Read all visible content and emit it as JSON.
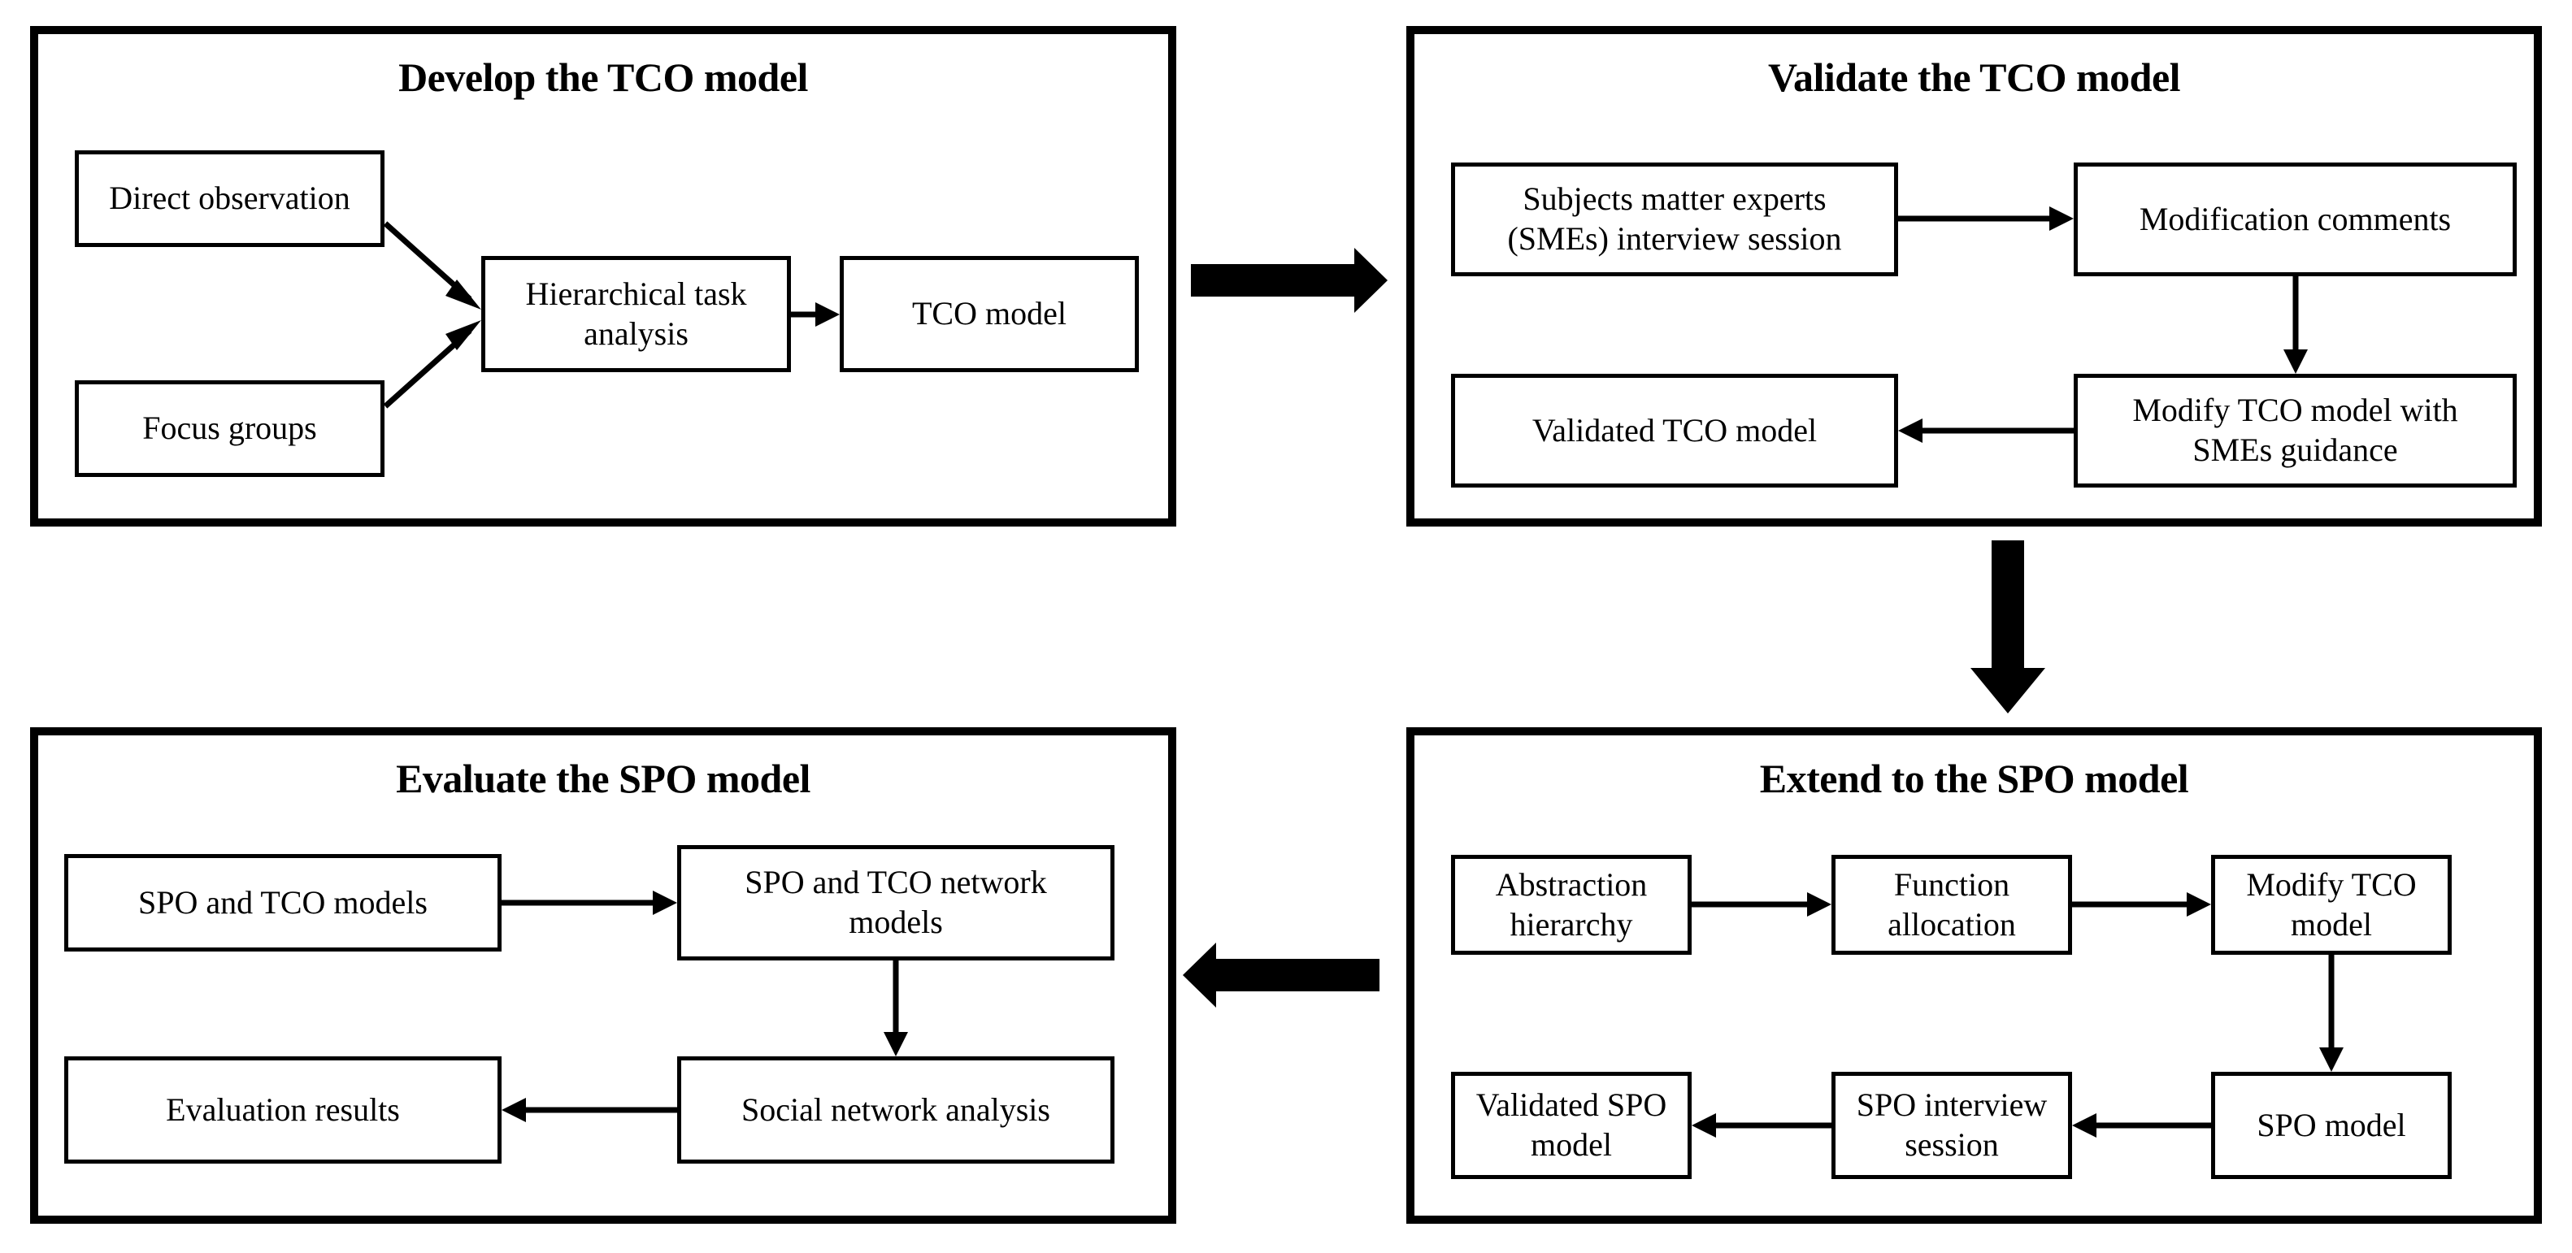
{
  "figure": {
    "kind": "four-stage methodology flow diagram",
    "colors": {
      "ink": "#000000",
      "background": "#ffffff"
    }
  },
  "panels": [
    {
      "id": "develop-tco",
      "title": "Develop the TCO model",
      "nodes": [
        {
          "id": "direct-observation",
          "lines": [
            "Direct observation"
          ]
        },
        {
          "id": "focus-groups",
          "lines": [
            "Focus groups"
          ]
        },
        {
          "id": "hierarchical-task-analysis",
          "lines": [
            "Hierarchical task",
            "analysis"
          ]
        },
        {
          "id": "tco-model",
          "lines": [
            "TCO model"
          ]
        }
      ],
      "edges": [
        {
          "from": "direct-observation",
          "to": "hierarchical-task-analysis",
          "style": "diagonal-thin-arrow"
        },
        {
          "from": "focus-groups",
          "to": "hierarchical-task-analysis",
          "style": "diagonal-thin-arrow"
        },
        {
          "from": "hierarchical-task-analysis",
          "to": "tco-model",
          "style": "horizontal-thin-arrow"
        }
      ]
    },
    {
      "id": "validate-tco",
      "title": "Validate the TCO model",
      "nodes": [
        {
          "id": "sme-interview-session",
          "lines": [
            "Subjects matter experts",
            "(SMEs) interview session"
          ]
        },
        {
          "id": "modification-comments",
          "lines": [
            "Modification comments"
          ]
        },
        {
          "id": "modify-tco-model-with-smes-guidance",
          "lines": [
            "Modify TCO model with",
            "SMEs guidance"
          ]
        },
        {
          "id": "validated-tco-model",
          "lines": [
            "Validated TCO model"
          ]
        }
      ],
      "edges": [
        {
          "from": "sme-interview-session",
          "to": "modification-comments",
          "style": "horizontal-thin-arrow"
        },
        {
          "from": "modification-comments",
          "to": "modify-tco-model-with-smes-guidance",
          "style": "vertical-thin-arrow"
        },
        {
          "from": "modify-tco-model-with-smes-guidance",
          "to": "validated-tco-model",
          "style": "horizontal-thin-arrow-left"
        }
      ]
    },
    {
      "id": "evaluate-spo",
      "title": "Evaluate the SPO model",
      "nodes": [
        {
          "id": "spo-and-tco-models",
          "lines": [
            "SPO and TCO models"
          ]
        },
        {
          "id": "spo-and-tco-network-models",
          "lines": [
            "SPO and TCO network",
            "models"
          ]
        },
        {
          "id": "social-network-analysis",
          "lines": [
            "Social network analysis"
          ]
        },
        {
          "id": "evaluation-results",
          "lines": [
            "Evaluation results"
          ]
        }
      ],
      "edges": [
        {
          "from": "spo-and-tco-models",
          "to": "spo-and-tco-network-models",
          "style": "horizontal-thin-arrow"
        },
        {
          "from": "spo-and-tco-network-models",
          "to": "social-network-analysis",
          "style": "vertical-thin-arrow"
        },
        {
          "from": "social-network-analysis",
          "to": "evaluation-results",
          "style": "horizontal-thin-arrow-left"
        }
      ]
    },
    {
      "id": "extend-spo",
      "title": "Extend to the SPO model",
      "nodes": [
        {
          "id": "abstraction-hierarchy",
          "lines": [
            "Abstraction",
            "hierarchy"
          ]
        },
        {
          "id": "function-allocation",
          "lines": [
            "Function",
            "allocation"
          ]
        },
        {
          "id": "modify-tco-model",
          "lines": [
            "Modify TCO",
            "model"
          ]
        },
        {
          "id": "spo-model",
          "lines": [
            "SPO model"
          ]
        },
        {
          "id": "spo-interview-session",
          "lines": [
            "SPO interview",
            "session"
          ]
        },
        {
          "id": "validated-spo-model",
          "lines": [
            "Validated SPO",
            "model"
          ]
        }
      ],
      "edges": [
        {
          "from": "abstraction-hierarchy",
          "to": "function-allocation",
          "style": "horizontal-thin-arrow"
        },
        {
          "from": "function-allocation",
          "to": "modify-tco-model",
          "style": "horizontal-thin-arrow"
        },
        {
          "from": "modify-tco-model",
          "to": "spo-model",
          "style": "vertical-thin-arrow"
        },
        {
          "from": "spo-model",
          "to": "spo-interview-session",
          "style": "horizontal-thin-arrow-left"
        },
        {
          "from": "spo-interview-session",
          "to": "validated-spo-model",
          "style": "horizontal-thin-arrow-left"
        }
      ]
    }
  ],
  "stage_connectors": [
    {
      "id": "develop-to-validate",
      "direction": "right",
      "from_panel": "develop-tco",
      "to_panel": "validate-tco"
    },
    {
      "id": "validate-to-extend",
      "direction": "down",
      "from_panel": "validate-tco",
      "to_panel": "extend-spo"
    },
    {
      "id": "extend-to-evaluate",
      "direction": "left",
      "from_panel": "extend-spo",
      "to_panel": "evaluate-spo"
    }
  ]
}
